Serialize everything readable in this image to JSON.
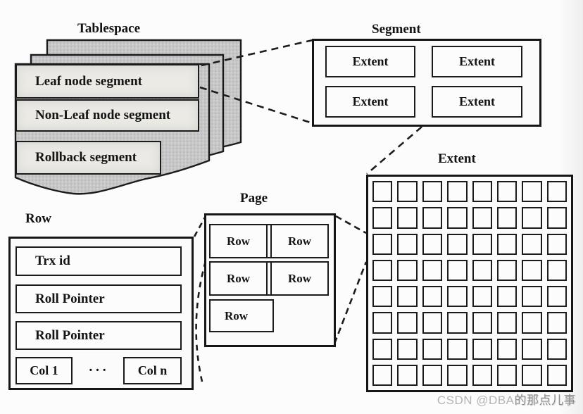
{
  "figure": {
    "tablespace": {
      "title": "Tablespace",
      "segments": [
        "Leaf node segment",
        "Non-Leaf node segment",
        "Rollback segment"
      ]
    },
    "segment": {
      "title": "Segment",
      "extents": [
        "Extent",
        "Extent",
        "Extent",
        "Extent"
      ]
    },
    "extent": {
      "title": "Extent",
      "grid": {
        "rows": 8,
        "cols": 8
      }
    },
    "page": {
      "title": "Page",
      "pairs": [
        {
          "left": "Row",
          "right": "Row"
        },
        {
          "left": "Row",
          "right": "Row"
        }
      ],
      "single": "Row"
    },
    "row": {
      "title": "Row",
      "fields": [
        "Trx id",
        "Roll Pointer",
        "Roll Pointer"
      ],
      "col_first": "Col 1",
      "col_ellipsis": "···",
      "col_last": "Col n"
    }
  },
  "watermark": {
    "site": "CSDN @DBA",
    "handle": "的那点儿事"
  },
  "colors": {
    "ink": "#1b1b1b",
    "sheet_gray": "#c8c8c8",
    "bar_fill": "#ebeae5",
    "background": "#fcfcfc",
    "watermark_gray": "#b4b4b4"
  }
}
